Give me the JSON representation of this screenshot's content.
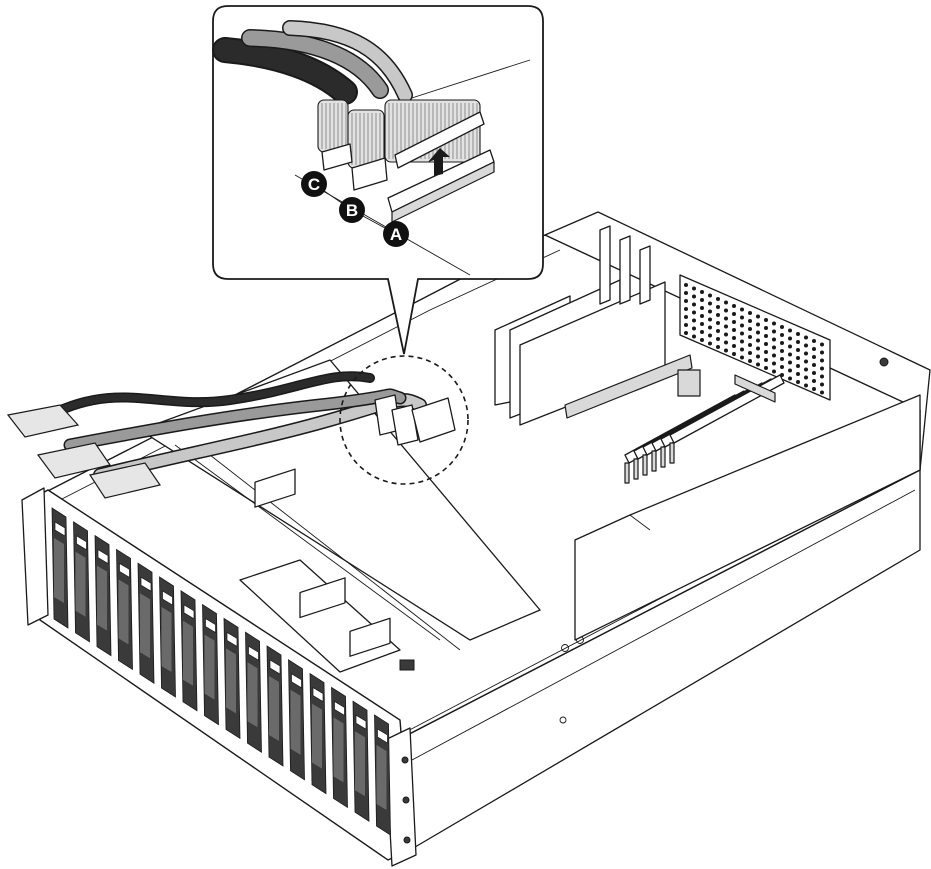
{
  "callouts": {
    "a": {
      "label": "A"
    },
    "b": {
      "label": "B"
    },
    "c": {
      "label": "C"
    }
  },
  "colors": {
    "line": "#1a1a1a",
    "cable_dark": "#2b2b2b",
    "cable_gray": "#9a9a9a",
    "cable_light": "#c8c8c8",
    "callout_fill": "#111111"
  }
}
